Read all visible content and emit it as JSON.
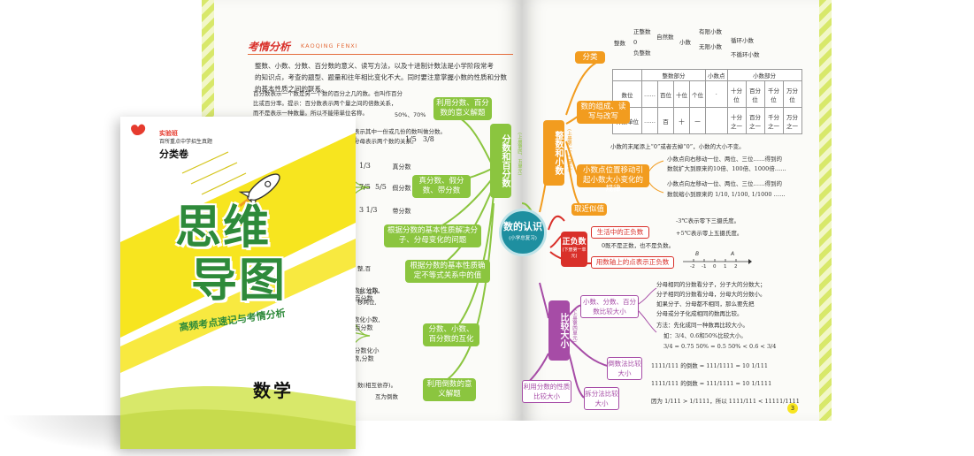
{
  "left_page": {
    "header_title": "考情分析",
    "header_pinyin": "KAOQING FENXI",
    "intro_lines": [
      "整数、小数、分数、百分数的意义、读写方法，以及十进制计数法是小学阶段常考",
      "的知识点，考查的题型、题量和往年相比变化不大。同时要注意掌握小数的性质和分数",
      "的基本性质之间的联系。"
    ],
    "note_lines": [
      "百分数表示一个数是另一个数的百分之几的数。也叫作百分",
      "比或百分率。提示：百分数表示两个量之间的倍数关系，",
      "而不是表示一种数量。所以不能带单位名称。",
      "表示其中一份或几份的数叫做分数。",
      "分母表示两个数的关系。"
    ],
    "percent_example": "50%、70%",
    "fraction_examples": [
      "1/5",
      "3/8",
      "1/3",
      "7/5",
      "5/5",
      "3 1/3"
    ],
    "node_labels": {
      "hub": "分数和百分数",
      "hub_sub": "(上册第四、五单元)",
      "meaning": "利用分数、百分数的意义解题",
      "proper": "真分数",
      "improper": "假分数",
      "mixed": "带分数",
      "types": "真分数、假分数、带分数",
      "basic_property": "根据分数的基本性质解决分子、分母变化的问题",
      "unequal": "根据分数的基本性质确定不等式关系中的值",
      "dec_pct": "小数化分数,百分数",
      "frac_dec": "分数化小数,百分数",
      "pct_dec": "百分数化小数,分数",
      "convert": "分数、小数、百分数的互化",
      "reciprocal": "利用倒数的意义解题"
    },
    "side_texts": [
      "整,百",
      "法: 在小",
      "移两位,",
      "数(相互依存)。",
      "互为倒数"
    ]
  },
  "right_page": {
    "center": {
      "title": "数的认识",
      "sub": "(小学总复习)"
    },
    "integers_decimals": {
      "title": "整数和小数",
      "sub": "(上册第一、二单元)",
      "branch_class": "分类",
      "branch_read": "数的组成、读写与改写",
      "branch_move": "小数点位置移动引起小数大小变化的规律",
      "branch_approx": "取近似值",
      "classification": [
        "正整数",
        "0",
        "负整数",
        "自然数",
        "整数",
        "有限小数",
        "无限小数",
        "小数",
        "循环小数",
        "不循环小数"
      ],
      "table": {
        "col_int": "整数部分",
        "col_point": "小数点",
        "col_dec": "小数部分",
        "row1": [
          "数位",
          "……",
          "百位",
          "十位",
          "个位",
          "·",
          "十分位",
          "百分位",
          "千分位",
          "万分位"
        ],
        "row2": [
          "计数单位",
          "……",
          "百",
          "十",
          "一",
          "",
          "十分之一",
          "百分之一",
          "千分之一",
          "万分之一"
        ]
      },
      "zero_text": "小数的末尾添上“0”或者去掉“0”，小数的大小不变。",
      "move_text_1": "小数点向右移动一位、两位、三位……得到的",
      "move_text_2": "数就扩大到原来的10倍、100倍、1000倍……",
      "move_text_3": "小数点向左移动一位、两位、三位……得到的",
      "move_text_4": "数就缩小到原来的 1/10, 1/100, 1/1000 ……"
    },
    "pos_neg": {
      "title": "正负数",
      "sub": "(下册第一单元)",
      "life": "生活中的正负数",
      "number_line": "用数轴上的点表示正负数",
      "ex1": "-3℃表示零下三摄氏度。",
      "ex2": "+5℃表示零上五摄氏度。",
      "zero": "0既不是正数，也不是负数。",
      "axis_ticks": [
        "-2",
        "-1",
        "0",
        "1",
        "2"
      ],
      "axis_points": [
        "B",
        "A"
      ]
    },
    "compare": {
      "title": "比较大小",
      "sub": "(上册第四单元)",
      "b1": "小数、分数、百分数比较大小",
      "b2": "倒数法比较大小",
      "b3": "拆分法比较大小",
      "b4": "利用分数的性质比较大小",
      "rules": [
        "分母相同的分数看分子，分子大的分数大；",
        "分子相同的分数看分母，分母大的分数小。",
        "如果分子、分母都不相同，那么要先把",
        "分母或分子化成相同的数再比较。"
      ],
      "method": "方法：先化成同一种数再比较大小。",
      "example_q": "如：3/4、0.6和50%比较大小。",
      "example_a": "3/4 = 0.75  50% = 0.5  50% < 0.6 < 3/4",
      "rec_lines": [
        "1111/111 的倒数 = 111/1111 = 10 1/111",
        "1111/111 的倒数 = 111/1111 = 10 1/1111",
        "因为 1/111 > 1/1111，所以 1111/111 < 11111/1111"
      ]
    },
    "page_number": "3"
  },
  "cover": {
    "badge_1": "实验班",
    "badge_2": "百所重点中学招生真题",
    "badge_3": "分类卷",
    "title_line1": "思维",
    "title_line2": "导图",
    "subtitle": "高频考点速记与考情分析",
    "subject": "数学"
  },
  "colors": {
    "green": "#8bc53f",
    "orange": "#f29c1f",
    "purple": "#a64ca6",
    "teal": "#1e8fa0",
    "yellow": "#f7e51f",
    "lime": "#d8e86a",
    "title_green": "#2e8a3a"
  }
}
